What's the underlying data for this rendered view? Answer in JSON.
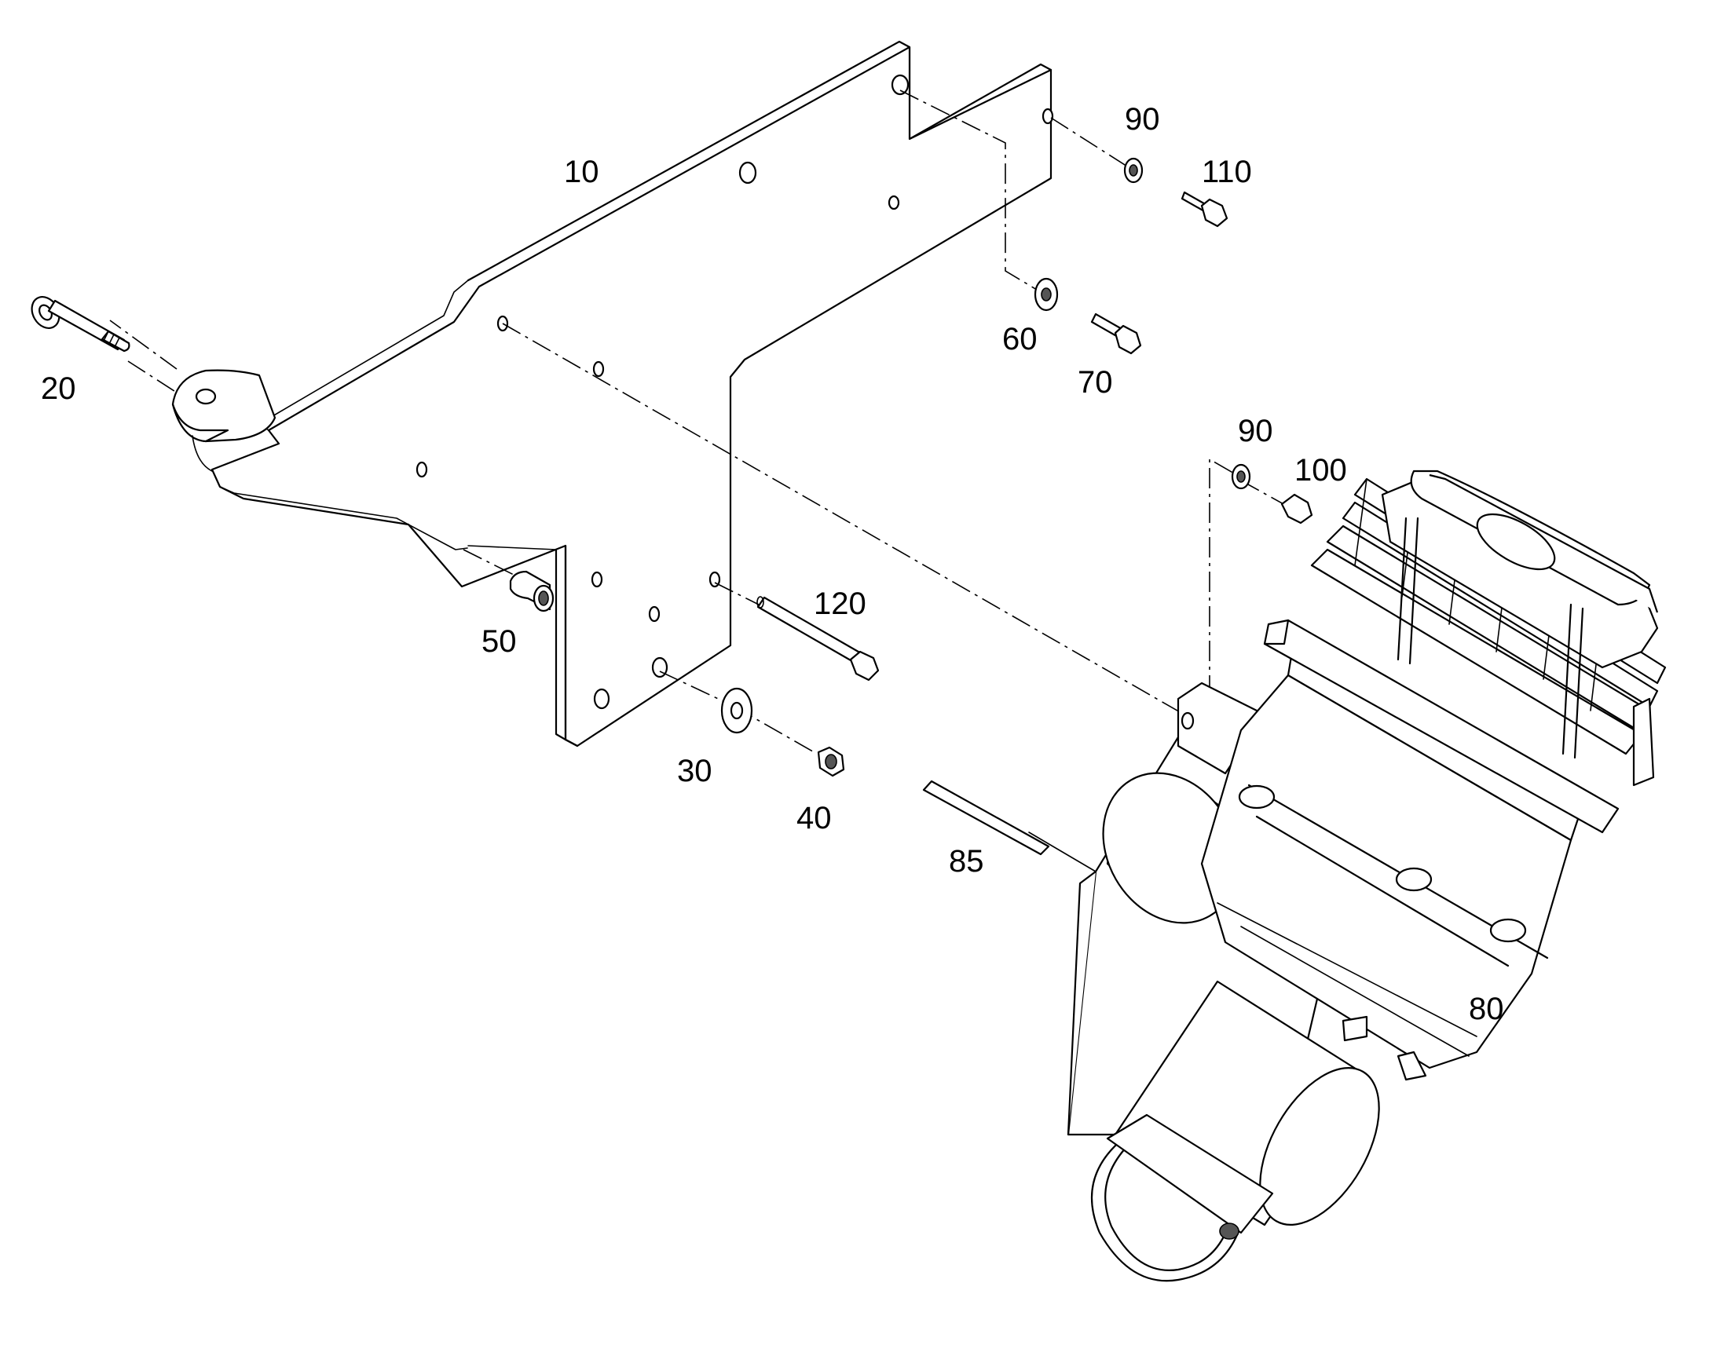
{
  "callouts": {
    "c10": "10",
    "c20": "20",
    "c30": "30",
    "c40": "40",
    "c50": "50",
    "c60": "60",
    "c70": "70",
    "c80": "80",
    "c85": "85",
    "c90a": "90",
    "c90b": "90",
    "c100": "100",
    "c110": "110",
    "c120": "120"
  }
}
